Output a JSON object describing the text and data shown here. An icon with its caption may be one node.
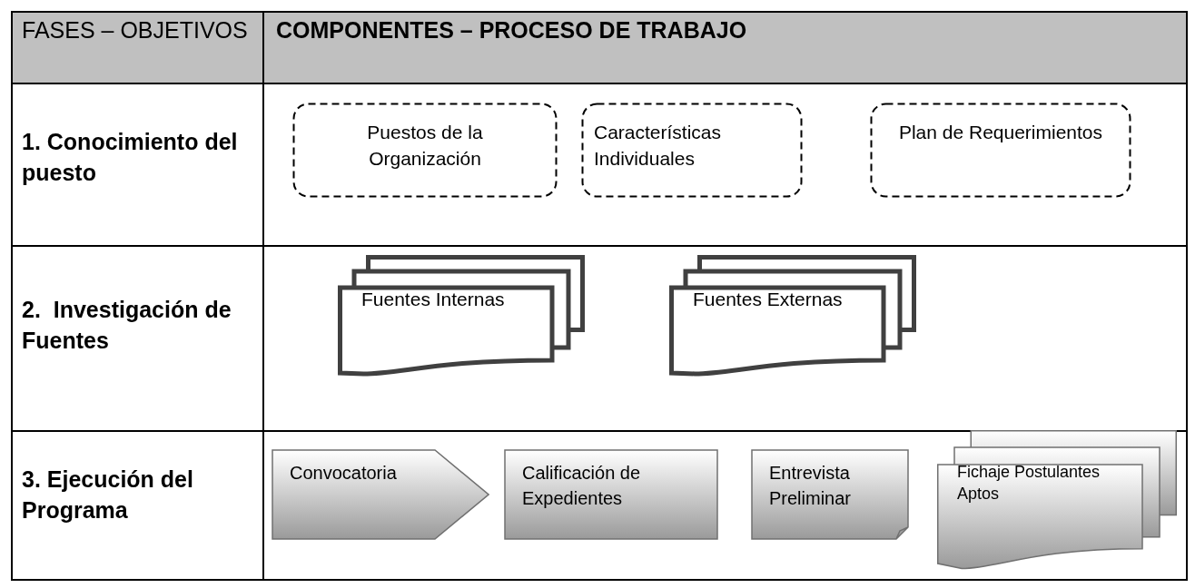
{
  "diagram": {
    "nodes": [
      {
        "text": [
          "Puestos de la Organización"
        ]
      },
      {
        "text": [
          "Características Individuales"
        ]
      },
      {
        "text": [
          "Plan de Requerimientos"
        ]
      },
      {
        "text": [
          "Fuentes Internas"
        ]
      },
      {
        "text": [
          "Fuentes Externas"
        ]
      },
      {
        "text": [
          "Convocatoria"
        ]
      },
      {
        "text": [
          "Calificación de Expedientes"
        ]
      },
      {
        "text": [
          "Entrevista Preliminar"
        ]
      },
      {
        "text": [
          "Fichaje Postulantes Aptos"
        ]
      }
    ],
    "labels": [
      "FASES – OBJETIVOS",
      "COMPONENTES – PROCESO DE TRABAJO",
      "1. Conocimiento del puesto",
      "2.  Investigación de Fuentes",
      "3. Ejecución del Programa"
    ]
  }
}
